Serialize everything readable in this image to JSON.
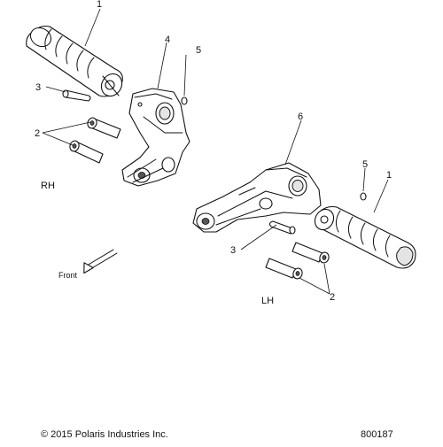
{
  "callouts": {
    "rh_footpeg": "1",
    "rh_bracket": "4",
    "rh_clip": "5",
    "rh_pin": "3",
    "rh_bolts": "2",
    "lh_bracket": "6",
    "lh_clip": "5",
    "lh_footpeg": "1",
    "lh_pin": "3",
    "lh_bolts": "2"
  },
  "labels": {
    "rh": "RH",
    "lh": "LH",
    "front": "Front"
  },
  "footer": {
    "copyright": "© 2015 Polaris Industries Inc.",
    "diagram_number": "800187"
  }
}
